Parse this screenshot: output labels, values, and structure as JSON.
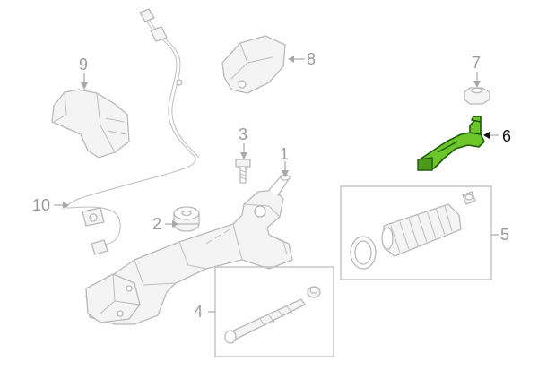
{
  "callouts": [
    {
      "id": "1",
      "label": "1",
      "highlighted": false
    },
    {
      "id": "2",
      "label": "2",
      "highlighted": false
    },
    {
      "id": "3",
      "label": "3",
      "highlighted": false
    },
    {
      "id": "4",
      "label": "4",
      "highlighted": false
    },
    {
      "id": "5",
      "label": "5",
      "highlighted": false
    },
    {
      "id": "6",
      "label": "6",
      "highlighted": true
    },
    {
      "id": "7",
      "label": "7",
      "highlighted": false
    },
    {
      "id": "8",
      "label": "8",
      "highlighted": false
    },
    {
      "id": "9",
      "label": "9",
      "highlighted": false
    },
    {
      "id": "10",
      "label": "10",
      "highlighted": false
    }
  ],
  "colors": {
    "highlight_fill": "#6cc62a",
    "highlight_stroke": "#1f5b0e",
    "line_art": "#b9b9b9",
    "callout_text": "#9a9a9a",
    "active_callout_text": "#111111"
  }
}
